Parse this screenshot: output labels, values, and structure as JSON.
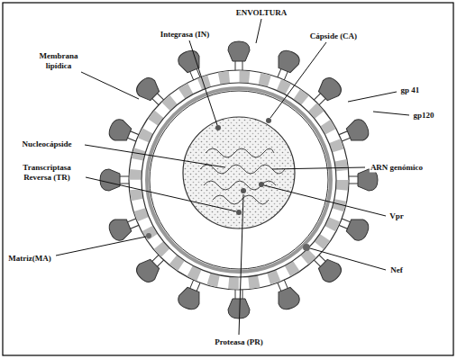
{
  "diagram": {
    "labels": [
      "ENVOLTURA",
      "Integrasa (IN)",
      "Cápside (CA)",
      "Membrana lipídica",
      "gp 41",
      "gp120",
      "Nucleocápside",
      "Transcriptasa Reversa (TR)",
      "ARN genómico",
      "Vpr",
      "Matriz(MA)",
      "Nef",
      "Proteasa (PR)"
    ]
  }
}
